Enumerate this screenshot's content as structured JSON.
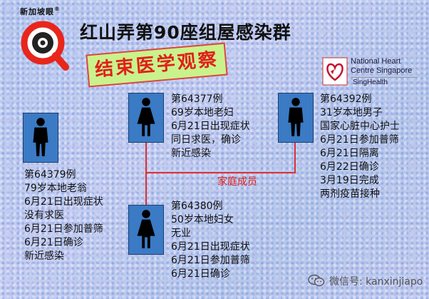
{
  "logo": {
    "text": "新加坡眼",
    "registered": "®",
    "icon": "magnifier-eye-logo"
  },
  "title": "红山弄第90座组屋感染群",
  "banner": "结束医学观察",
  "hospital_logo": {
    "line1": "National Heart",
    "line2": "Centre Singapore",
    "sub": "SingHealth",
    "icon": "heart-logo"
  },
  "cases": [
    {
      "lines": [
        "第64377例",
        "69岁本地老妇",
        "6月21日出现症状",
        "同日求医，确诊",
        "新近感染"
      ],
      "gender": "female"
    },
    {
      "lines": [
        "第64392例",
        "31岁本地男子",
        "国家心脏中心护士",
        "6月21日参加普筛",
        "6月21日隔离",
        "6月22日确诊",
        "3月19日完成",
        "两剂疫苗接种"
      ],
      "gender": "male"
    },
    {
      "lines": [
        "第64379例",
        "79岁本地老翁",
        "6月21日出现症状",
        "没有求医",
        "6月21日参加普筛",
        "6月21日确诊",
        "新近感染"
      ],
      "gender": "male"
    },
    {
      "lines": [
        "第64380例",
        "50岁本地妇女",
        "无业",
        "6月21日出现症状",
        "6月21日参加普筛",
        "6月21日确诊"
      ],
      "gender": "female"
    }
  ],
  "family_label": "家庭成员",
  "wechat": {
    "text": "微信号: kanxinjiapo",
    "icon": "wechat-icon"
  },
  "colors": {
    "figure_bg": "#3b7ac4",
    "line": "#e03030",
    "banner_bg": "#c9f28c",
    "banner_text": "#e0201a"
  }
}
